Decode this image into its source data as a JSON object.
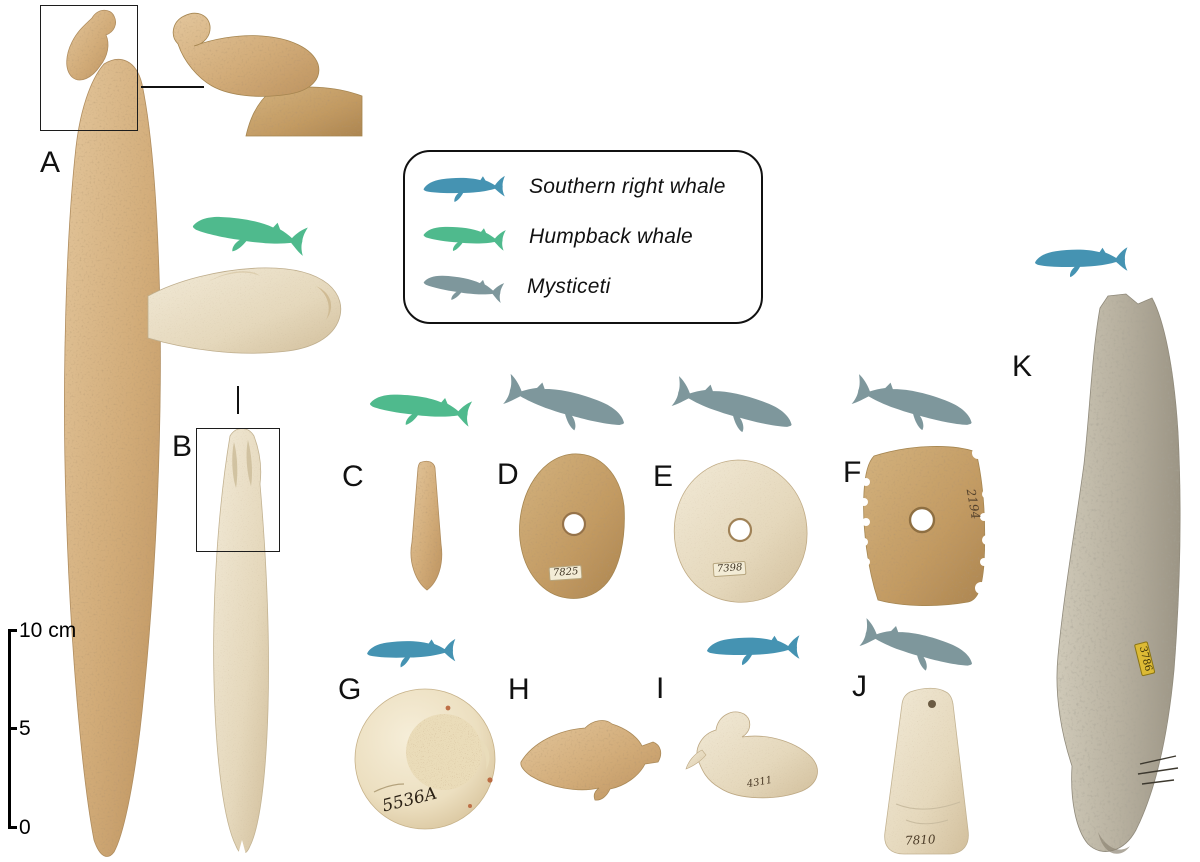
{
  "colors": {
    "southern_right_whale": "#4593b2",
    "humpback_whale": "#4fba8d",
    "mysticeti": "#7e979c",
    "tag_yellow": "#dcba35"
  },
  "legend": {
    "items": [
      {
        "id": "southern-right-whale",
        "label": "Southern right whale",
        "color": "#4593b2"
      },
      {
        "id": "humpback-whale",
        "label": "Humpback whale",
        "color": "#4fba8d"
      },
      {
        "id": "mysticeti",
        "label": "Mysticeti",
        "color": "#7e979c"
      }
    ]
  },
  "scale_bar": {
    "top_label": "10 cm",
    "mid_label": "5",
    "bottom_label": "0"
  },
  "panels": [
    {
      "id": "A",
      "label": "A",
      "species": null,
      "specimen_number": null
    },
    {
      "id": "B",
      "label": "B",
      "species": "Humpback whale",
      "specimen_number": null
    },
    {
      "id": "C",
      "label": "C",
      "species": "Humpback whale",
      "specimen_number": null
    },
    {
      "id": "D",
      "label": "D",
      "species": "Mysticeti",
      "specimen_number": "7825"
    },
    {
      "id": "E",
      "label": "E",
      "species": "Mysticeti",
      "specimen_number": "7398"
    },
    {
      "id": "F",
      "label": "F",
      "species": "Mysticeti",
      "specimen_number": "2194"
    },
    {
      "id": "G",
      "label": "G",
      "species": "Southern right whale",
      "specimen_number": "5536A"
    },
    {
      "id": "H",
      "label": "H",
      "species": null,
      "specimen_number": null
    },
    {
      "id": "I",
      "label": "I",
      "species": "Southern right whale",
      "specimen_number": "4311"
    },
    {
      "id": "J",
      "label": "J",
      "species": "Mysticeti",
      "specimen_number": "7810"
    },
    {
      "id": "K",
      "label": "K",
      "species": "Southern right whale",
      "specimen_number": "3786"
    }
  ]
}
